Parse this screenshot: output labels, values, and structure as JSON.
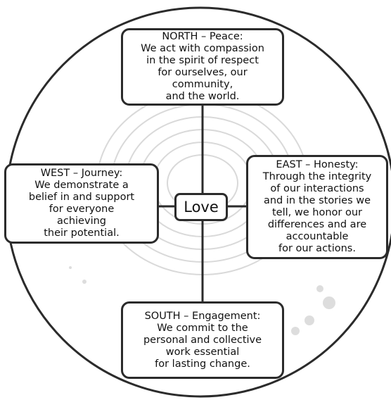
{
  "center": {
    "label": "Love"
  },
  "north": {
    "title": "NORTH – Peace:",
    "text": "We act with compassion\nin the spirit of respect\nfor ourselves, our\ncommunity,\nand the world."
  },
  "east": {
    "title": "EAST – Honesty:",
    "text": "Through the integrity\nof our interactions\nand in the stories we\ntell, we honor our\ndifferences and are\naccountable\nfor our actions."
  },
  "south": {
    "title": "SOUTH – Engagement:",
    "text": "We commit to the\npersonal and collective\nwork essential\nfor lasting change."
  },
  "west": {
    "title": "WEST – Journey:",
    "text": "We demonstrate a\nbelief in and support\nfor everyone\nachieving\ntheir potential."
  },
  "colors": {
    "stroke": "#2b2b2b",
    "background_texture": "#d9d9d9"
  }
}
